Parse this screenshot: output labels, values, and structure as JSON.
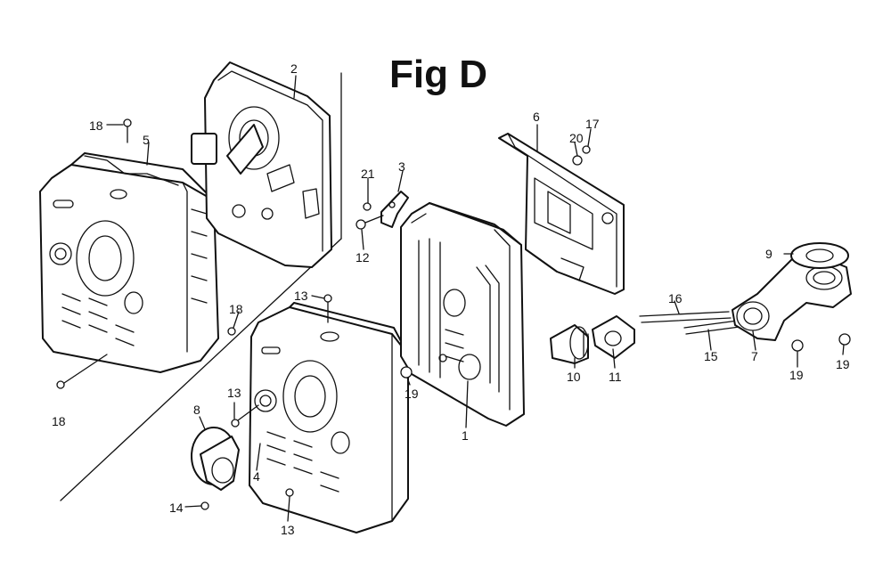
{
  "title": "Fig D",
  "labels": {
    "l1": "1",
    "l2": "2",
    "l3": "3",
    "l4": "4",
    "l5": "5",
    "l6": "6",
    "l7": "7",
    "l8": "8",
    "l9": "9",
    "l10": "10",
    "l11": "11",
    "l12": "12",
    "l13a": "13",
    "l13b": "13",
    "l13c": "13",
    "l14": "14",
    "l15": "15",
    "l16": "16",
    "l17": "17",
    "l18a": "18",
    "l18b": "18",
    "l18c": "18",
    "l19a": "19",
    "l19b": "19",
    "l19c": "19",
    "l20": "20",
    "l21": "21"
  }
}
